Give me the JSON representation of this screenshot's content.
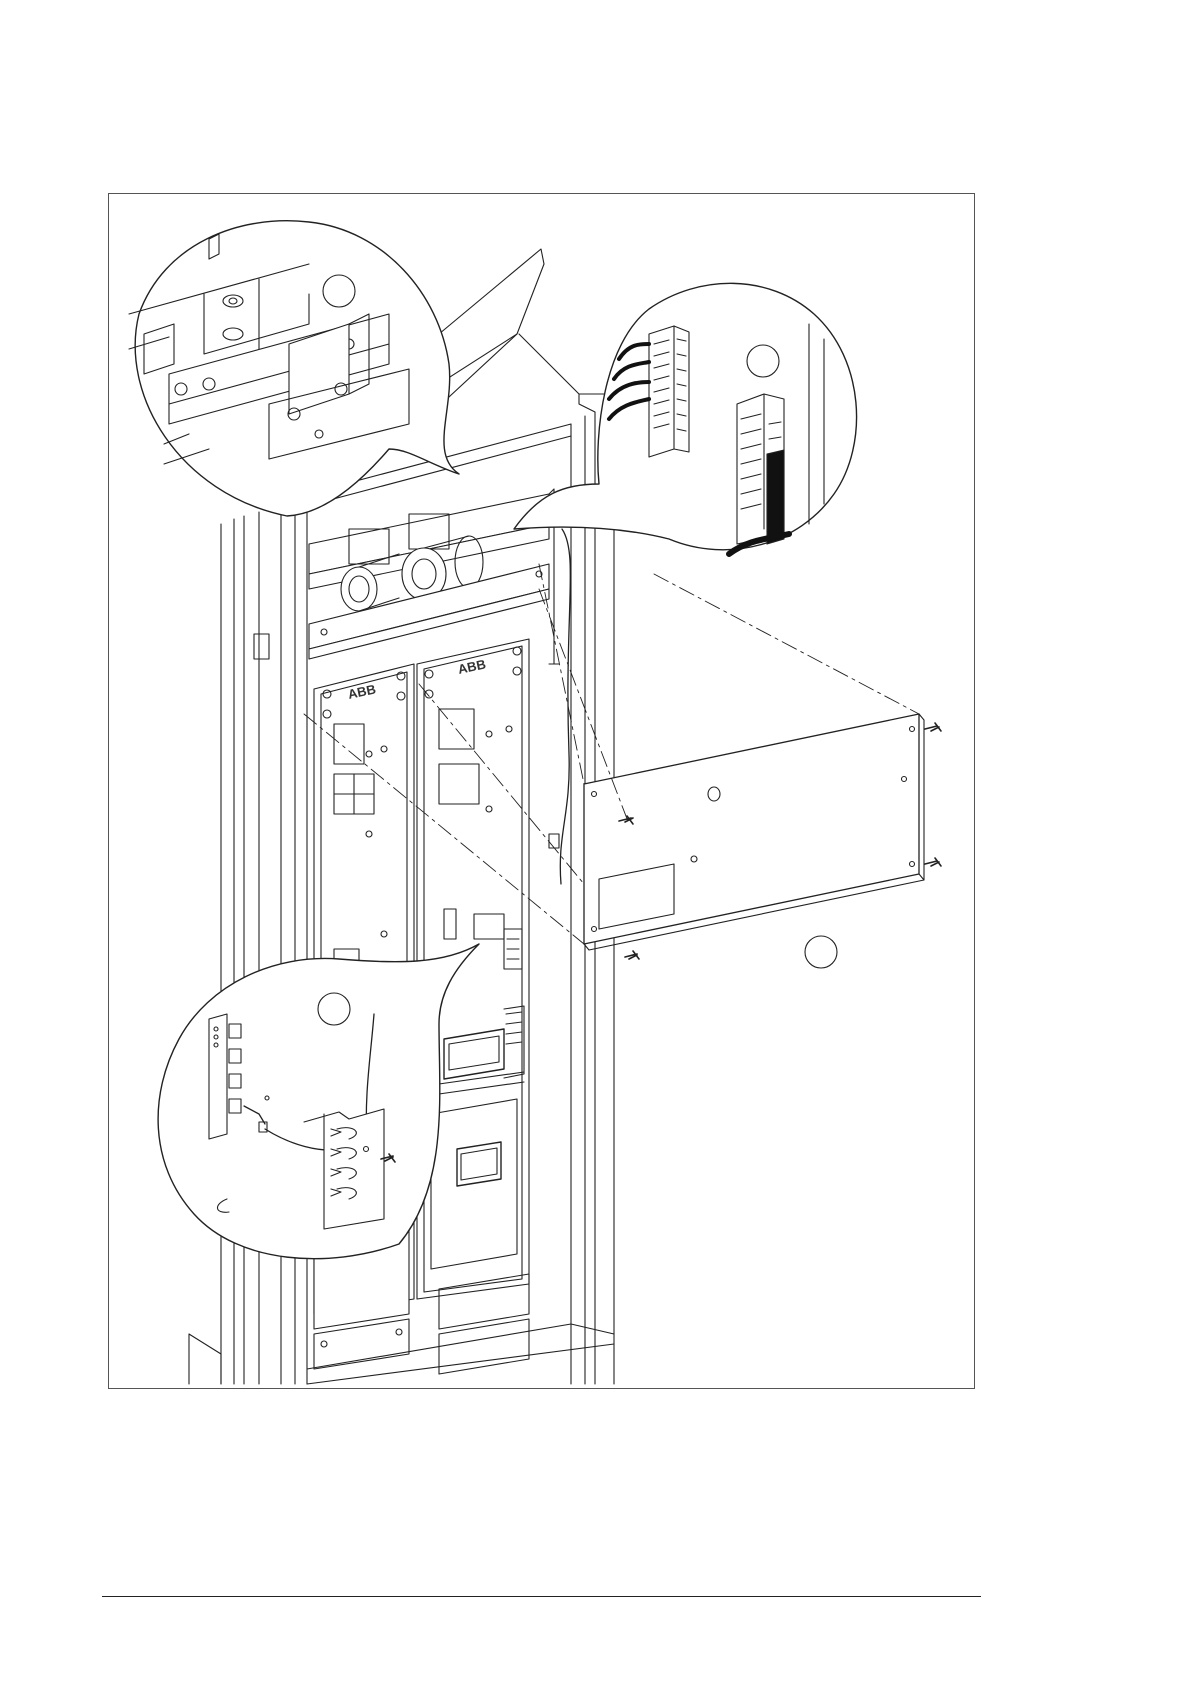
{
  "figure": {
    "brand_marks": [
      "ABB",
      "ABB"
    ],
    "callouts": [
      {
        "id": "detail-power-connection",
        "label": ""
      },
      {
        "id": "detail-terminal-block",
        "label": ""
      },
      {
        "id": "detail-fiber-optic",
        "label": ""
      },
      {
        "id": "cover-plate",
        "label": ""
      }
    ]
  }
}
